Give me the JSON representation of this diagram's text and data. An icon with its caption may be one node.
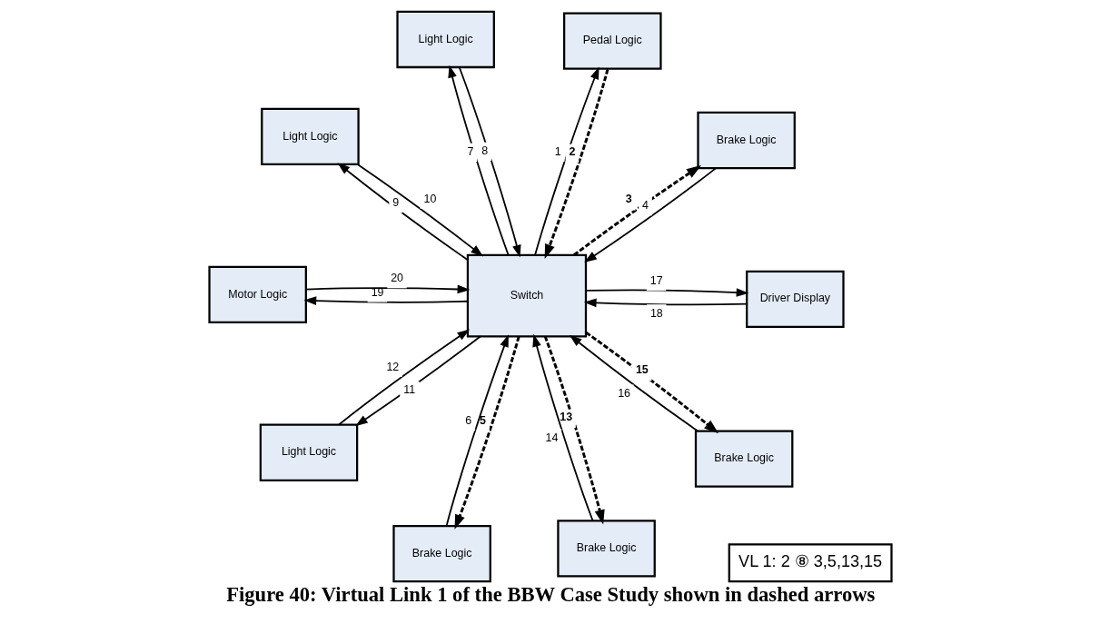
{
  "diagram": {
    "caption": "Figure 40: Virtual Link 1 of the BBW Case Study shown in dashed arrows",
    "nodes": [
      {
        "text": [
          "Brake Logic"
        ]
      },
      {
        "text": [
          "Brake Logic"
        ]
      },
      {
        "text": [
          "VL 1: 2 ⑧ 3,5,13,15"
        ]
      },
      {
        "text": [
          "Light Logic"
        ]
      },
      {
        "text": [
          "Pedal Logic"
        ]
      },
      {
        "text": [
          "Light Logic"
        ]
      },
      {
        "text": [
          "Motor Logic"
        ]
      },
      {
        "text": [
          "Switch"
        ]
      },
      {
        "text": [
          "Driver Display"
        ]
      },
      {
        "text": [
          "Light Logic"
        ]
      },
      {
        "text": [
          "Brake Logic"
        ]
      },
      {
        "text": [
          "Brake Logic"
        ]
      }
    ],
    "edges": [
      {
        "from": 7,
        "to": 4,
        "arrow": "to",
        "label": "1"
      },
      {
        "from": 4,
        "to": 7,
        "arrow": "to",
        "label": "2",
        "style": "dashed"
      },
      {
        "from": 7,
        "to": 0,
        "arrow": "to",
        "label": "3",
        "style": "dashed"
      },
      {
        "from": 0,
        "to": 7,
        "arrow": "to",
        "label": "4"
      },
      {
        "from": 7,
        "to": 1,
        "arrow": "to",
        "label": "5",
        "style": "dashed"
      },
      {
        "from": 1,
        "to": 7,
        "arrow": "to",
        "label": "6"
      },
      {
        "from": 7,
        "to": 3,
        "arrow": "to",
        "label": "7"
      },
      {
        "from": 3,
        "to": 7,
        "arrow": "to",
        "label": "8"
      },
      {
        "from": 7,
        "to": 5,
        "arrow": "to",
        "label": "9"
      },
      {
        "from": 5,
        "to": 7,
        "arrow": "to",
        "label": "10"
      },
      {
        "from": 7,
        "to": 9,
        "arrow": "to",
        "label": "11"
      },
      {
        "from": 9,
        "to": 7,
        "arrow": "to",
        "label": "12"
      },
      {
        "from": 7,
        "to": 11,
        "arrow": "to",
        "label": "13",
        "style": "dashed"
      },
      {
        "from": 11,
        "to": 7,
        "arrow": "to",
        "label": "14"
      },
      {
        "from": 7,
        "to": 10,
        "arrow": "to",
        "label": "15",
        "style": "dashed"
      },
      {
        "from": 10,
        "to": 7,
        "arrow": "to",
        "label": "16"
      },
      {
        "from": 7,
        "to": 8,
        "arrow": "to",
        "label": "17"
      },
      {
        "from": 8,
        "to": 7,
        "arrow": "to",
        "label": "18"
      },
      {
        "from": 7,
        "to": 6,
        "arrow": "to",
        "label": "19"
      },
      {
        "from": 6,
        "to": 7,
        "arrow": "to",
        "label": "20"
      }
    ]
  }
}
